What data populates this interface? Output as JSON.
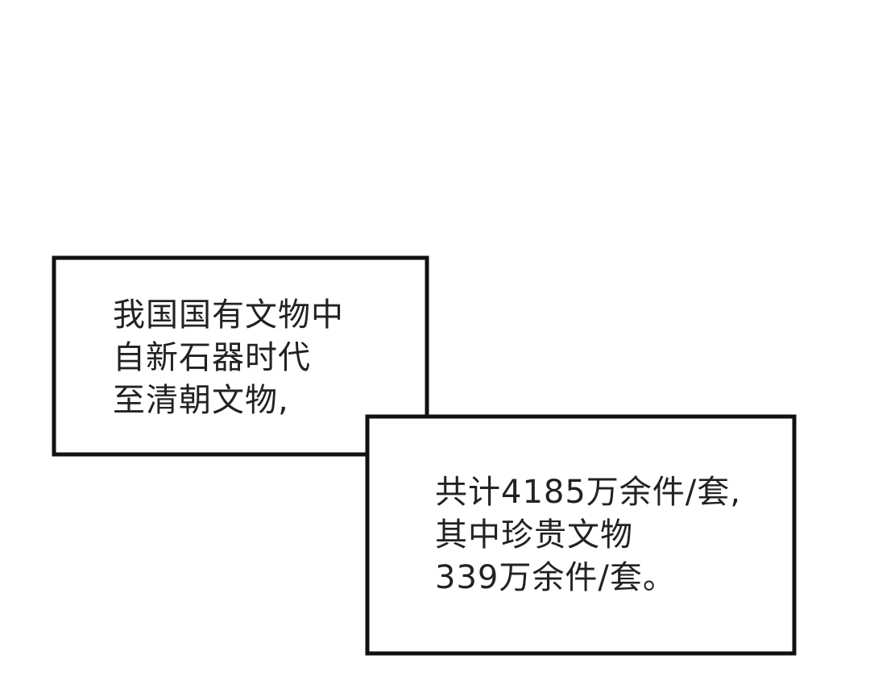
{
  "caption_box_1": {
    "lines": [
      "我国国有文物中",
      "自新石器时代",
      "至清朝文物,"
    ]
  },
  "caption_box_2": {
    "lines": [
      "共计4185万余件/套,",
      "其中珍贵文物",
      "339万余件/套。"
    ]
  },
  "colors": {
    "background": "#ffffff",
    "border": "#111111",
    "text": "#222222"
  }
}
